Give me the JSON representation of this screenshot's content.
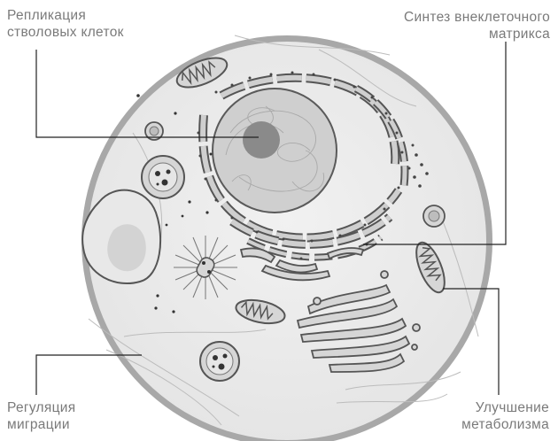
{
  "labels": {
    "top_left": {
      "line1": "Репликация",
      "line2": "стволовых клеток"
    },
    "top_right": {
      "line1": "Синтез внеклеточного",
      "line2": "матрикса"
    },
    "bottom_left": {
      "line1": "Регуляция",
      "line2": "миграции"
    },
    "bottom_right": {
      "line1": "Улучшение",
      "line2": "метаболизма"
    }
  },
  "colors": {
    "membrane": "#a6a6a6",
    "cytoplasm": "#ececec",
    "organelle_fill": "#d9d9d9",
    "organelle_stroke": "#5c5c5c",
    "nucleolus": "#8a8a8a",
    "leader_line": "#222222",
    "label_text": "#7a7a7a"
  }
}
